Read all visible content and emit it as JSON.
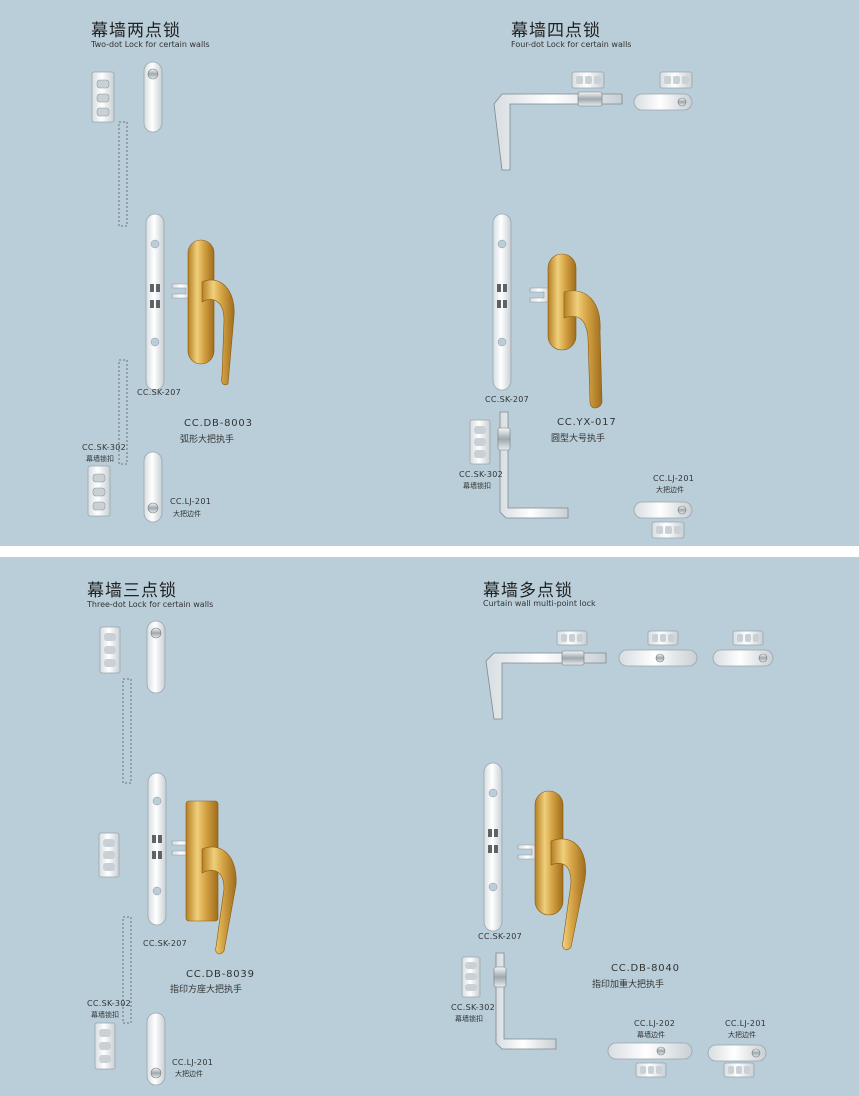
{
  "colors": {
    "background": "#b9ced9",
    "divider": "#ffffff",
    "gold": "#d7a84a",
    "silver": "#f4f6f7"
  },
  "sections": [
    {
      "title_cn": "幕墙两点锁",
      "title_en": "Two-dot Lock for certain walls",
      "parts": {
        "sk207": "CC.SK-207",
        "handle_code": "CC.DB-8003",
        "handle_name": "弧形大把执手",
        "sk302": "CC.SK-302",
        "sk302_name": "幕墙锁扣",
        "lj201": "CC.LJ-201",
        "lj201_name": "大把边件"
      }
    },
    {
      "title_cn": "幕墙四点锁",
      "title_en": "Four-dot Lock for certain walls",
      "parts": {
        "sk207": "CC.SK-207",
        "handle_code": "CC.YX-017",
        "handle_name": "圆型大号执手",
        "sk302": "CC.SK-302",
        "sk302_name": "幕墙锁扣",
        "lj201": "CC.LJ-201",
        "lj201_name": "大把边件"
      }
    },
    {
      "title_cn": "幕墙三点锁",
      "title_en": "Three-dot Lock for certain walls",
      "parts": {
        "sk207": "CC.SK-207",
        "handle_code": "CC.DB-8039",
        "handle_name": "指印方座大把执手",
        "sk302": "CC.SK-302",
        "sk302_name": "幕墙锁扣",
        "lj201": "CC.LJ-201",
        "lj201_name": "大把边件"
      }
    },
    {
      "title_cn": "幕墙多点锁",
      "title_en": "Curtain wall multi-point lock",
      "parts": {
        "sk207": "CC.SK-207",
        "handle_code": "CC.DB-8040",
        "handle_name": "指印加重大把执手",
        "sk302": "CC.SK-302",
        "sk302_name": "幕墙锁扣",
        "lj202": "CC.LJ-202",
        "lj202_name": "幕墙边件",
        "lj201": "CC.LJ-201",
        "lj201_name": "大把边件"
      }
    }
  ]
}
